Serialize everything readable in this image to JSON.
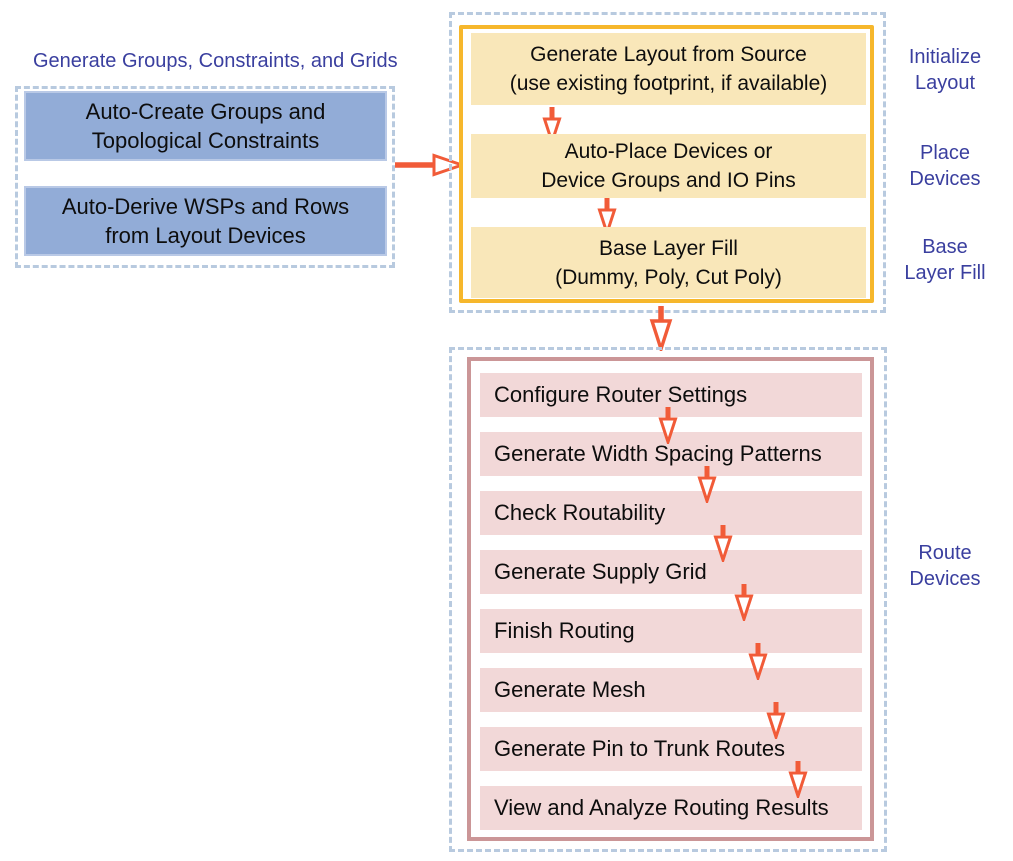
{
  "left_group": {
    "title": "Generate Groups, Constraints, and Grids",
    "boxes": [
      {
        "line1": "Auto-Create Groups and",
        "line2": "Topological Constraints"
      },
      {
        "line1": "Auto-Derive WSPs and Rows",
        "line2": "from Layout Devices"
      }
    ]
  },
  "init_group": {
    "boxes": [
      {
        "line1": "Generate Layout from Source",
        "line2": "(use existing footprint, if available)"
      },
      {
        "line1": "Auto-Place Devices or",
        "line2": "Device Groups and IO Pins"
      },
      {
        "line1": "Base Layer Fill",
        "line2": "(Dummy, Poly, Cut Poly)"
      }
    ],
    "side_labels": [
      {
        "line1": "Initialize",
        "line2": "Layout"
      },
      {
        "line1": "Place",
        "line2": "Devices"
      },
      {
        "line1": "Base",
        "line2": "Layer Fill"
      }
    ]
  },
  "route_group": {
    "steps": [
      "Configure Router Settings",
      "Generate Width Spacing Patterns",
      "Check Routability",
      "Generate Supply Grid",
      "Finish Routing",
      "Generate Mesh",
      "Generate Pin to Trunk Routes",
      "View and Analyze Routing Results"
    ],
    "side_label": {
      "line1": "Route",
      "line2": "Devices"
    }
  },
  "colors": {
    "arrow_orange": "#f15b38",
    "gold_border": "#f6b72c",
    "yellow_fill": "#f9e7b9",
    "blue_fill": "#92acd7",
    "pink_border": "#cb9697",
    "pink_fill": "#f2d8d8",
    "dashed_border": "#b8cadf",
    "label_blue": "#3a3f9f"
  }
}
